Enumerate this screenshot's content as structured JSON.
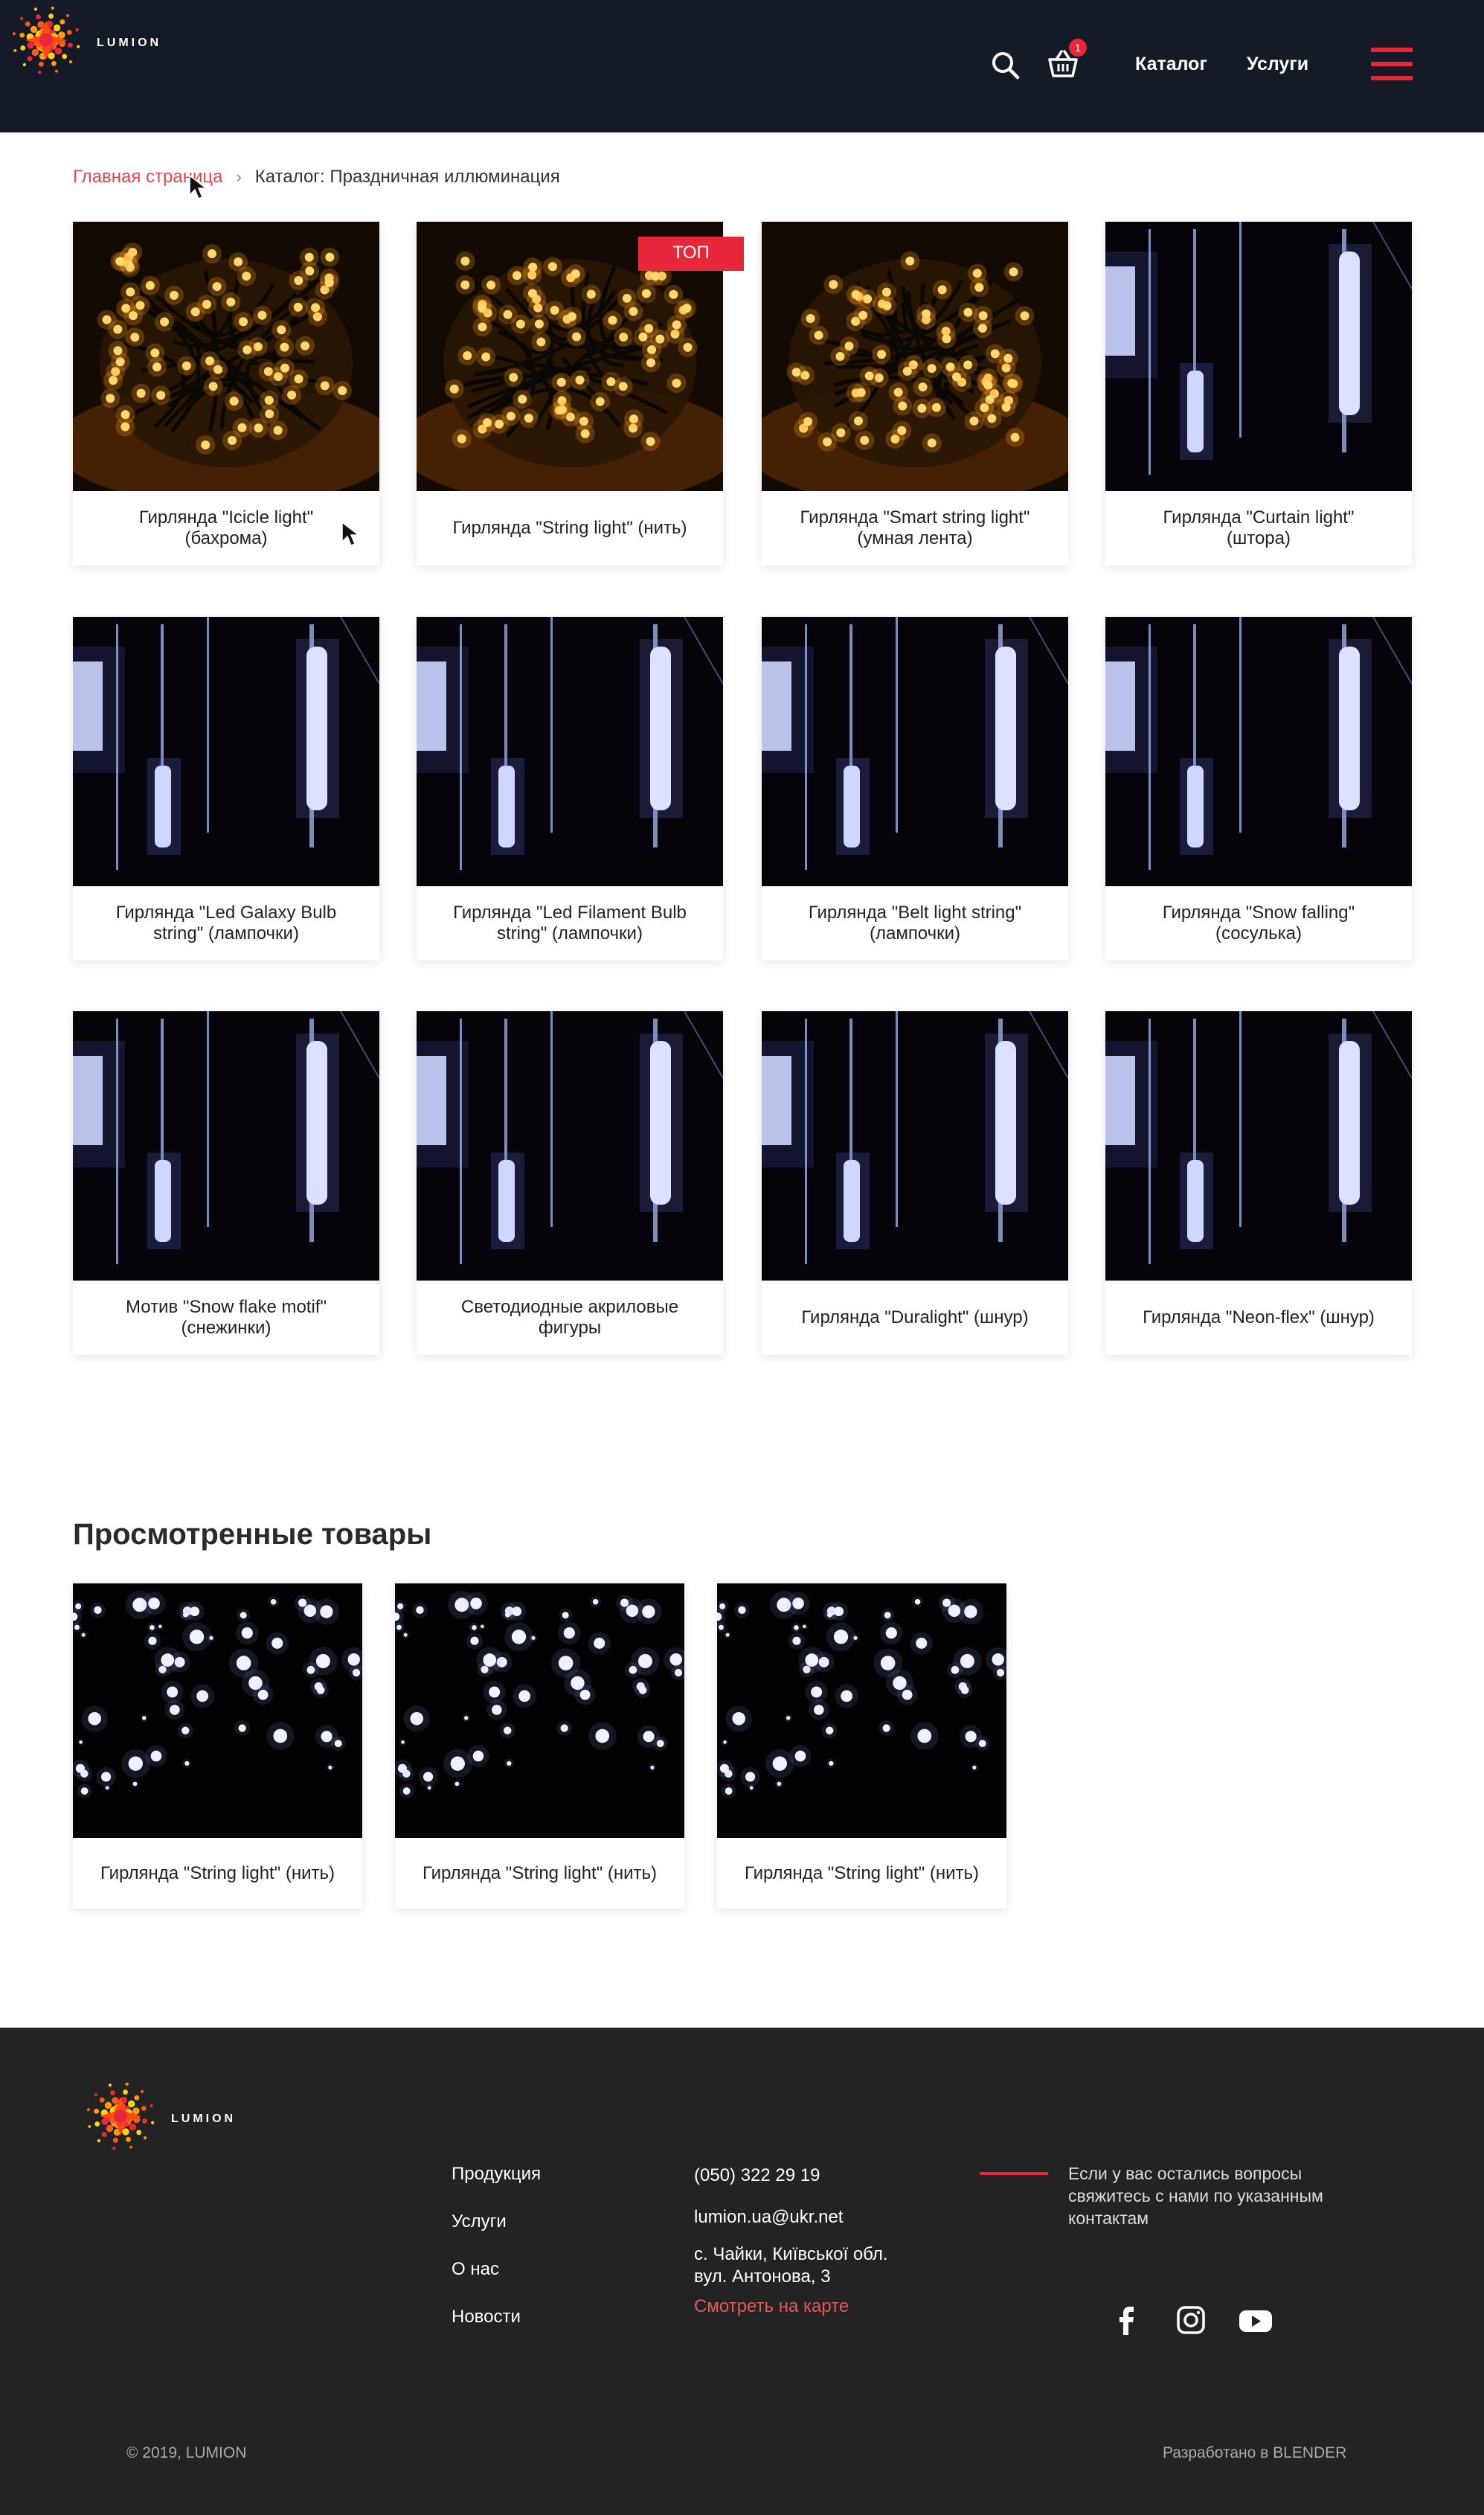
{
  "header": {
    "brand": "LUMION",
    "cart_count": "1",
    "nav": [
      "Каталог",
      "Услуги"
    ]
  },
  "breadcrumb": {
    "home": "Главная страница",
    "separator": "›",
    "current": "Каталог: Праздничная иллюминация"
  },
  "products": [
    {
      "name": "Гирлянда \"Icicle light\"\n(бахрома)",
      "image": "warm"
    },
    {
      "name": "Гирлянда \"String light\" (нить)",
      "image": "warm",
      "badge": "ТОП"
    },
    {
      "name": "Гирлянда \"Smart string light\"\n(умная лента)",
      "image": "warm"
    },
    {
      "name": "Гирлянда \"Curtain light\"\n(штора)",
      "image": "icicle"
    },
    {
      "name": "Гирлянда \"Led Galaxy Bulb\nstring\" (лампочки)",
      "image": "icicle"
    },
    {
      "name": "Гирлянда \"Led Filament Bulb\nstring\" (лампочки)",
      "image": "icicle"
    },
    {
      "name": "Гирлянда \"Belt light string\"\n(лампочки)",
      "image": "icicle"
    },
    {
      "name": "Гирлянда \"Snow falling\"\n(сосулька)",
      "image": "icicle"
    },
    {
      "name": "Мотив \"Snow flake motif\"\n(снежинки)",
      "image": "icicle"
    },
    {
      "name": "Светодиодные акриловые\nфигуры",
      "image": "icicle"
    },
    {
      "name": "Гирлянда \"Duralight\" (шнур)",
      "image": "icicle"
    },
    {
      "name": "Гирлянда \"Neon-flex\" (шнур)",
      "image": "icicle"
    }
  ],
  "viewed": {
    "title": "Просмотренные товары",
    "items": [
      {
        "name": "Гирлянда \"String light\" (нить)",
        "image": "dots"
      },
      {
        "name": "Гирлянда \"String light\" (нить)",
        "image": "dots"
      },
      {
        "name": "Гирлянда \"String light\" (нить)",
        "image": "dots"
      }
    ]
  },
  "footer": {
    "brand": "LUMION",
    "menu": [
      "Продукция",
      "Услуги",
      "О нас",
      "Новости"
    ],
    "phone": "(050) 322 29 19",
    "email": "lumion.ua@ukr.net",
    "address_line1": "с. Чайки, Київської обл.",
    "address_line2": "вул. Антонова, 3",
    "map_link": "Смотреть на карте",
    "note": "Если у вас остались вопросы свяжитесь с нами по указанным контактам",
    "social": [
      "facebook-icon",
      "instagram-icon",
      "youtube-icon"
    ],
    "copyright": "© 2019, LUMION",
    "developer": "Разработано в BLENDER"
  },
  "colors": {
    "header_bg": "#151b26",
    "accent": "#e8273a",
    "footer_bg": "#232324"
  }
}
